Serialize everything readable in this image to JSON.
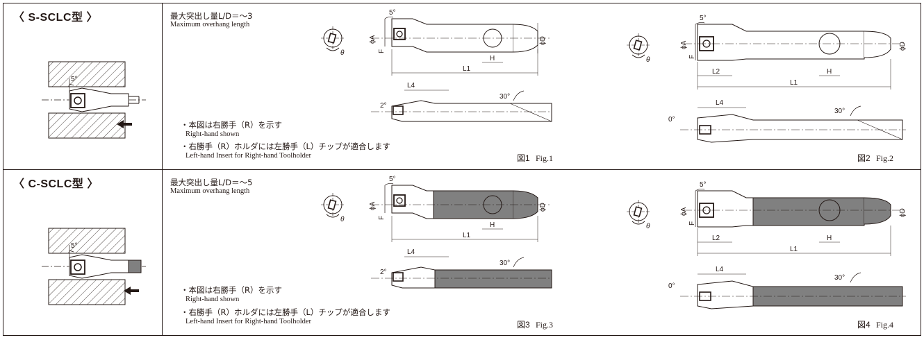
{
  "rows": [
    {
      "type_title": "〈 S-SCLC型 〉",
      "overhang_jp": "最大突出し量L/D＝～3",
      "overhang_en": "Maximum overhang length",
      "note1_jp": "・本図は右勝手（R）を示す",
      "note1_en": "Right-hand shown",
      "note2_jp": "・右勝手（R）ホルダには左勝手（L）チップが適合します",
      "note2_en": "Left-hand Insert for Right-hand Toolholder",
      "figA": {
        "caption_jp": "図1",
        "caption_en": "Fig.1",
        "angle_top": "5°",
        "angle_side": "2°",
        "angle_end": "30°",
        "theta": "θ",
        "labels": {
          "phiA": "ϕA",
          "F": "F",
          "H": "H",
          "L1": "L1",
          "L4": "L4",
          "phiD": "ϕD"
        }
      },
      "figB": {
        "caption_jp": "図2",
        "caption_en": "Fig.2",
        "angle_top": "5°",
        "angle_side": "0°",
        "angle_end": "30°",
        "theta": "θ",
        "labels": {
          "phiA": "ϕA",
          "F": "F",
          "H": "H",
          "L1": "L1",
          "L2": "L2",
          "L4": "L4",
          "phiD": "ϕD"
        }
      },
      "left_angle": "5°"
    },
    {
      "type_title": "〈 C-SCLC型 〉",
      "overhang_jp": "最大突出し量L/D＝～5",
      "overhang_en": "Maximum overhang length",
      "note1_jp": "・本図は右勝手（R）を示す",
      "note1_en": "Right-hand shown",
      "note2_jp": "・右勝手（R）ホルダには左勝手（L）チップが適合します",
      "note2_en": "Left-hand Insert for Right-hand Toolholder",
      "figA": {
        "caption_jp": "図3",
        "caption_en": "Fig.3",
        "angle_top": "5°",
        "angle_side": "2°",
        "angle_end": "30°",
        "theta": "θ",
        "labels": {
          "phiA": "ϕA",
          "F": "F",
          "H": "H",
          "L1": "L1",
          "L4": "L4",
          "phiD": "ϕD"
        }
      },
      "figB": {
        "caption_jp": "図4",
        "caption_en": "Fig.4",
        "angle_top": "5°",
        "angle_side": "0°",
        "angle_end": "30°",
        "theta": "θ",
        "labels": {
          "phiA": "ϕA",
          "F": "F",
          "H": "H",
          "L1": "L1",
          "L2": "L2",
          "L4": "L4",
          "phiD": "ϕD"
        }
      },
      "left_angle": "5°"
    }
  ],
  "colors": {
    "line": "#231815",
    "carbide": "#808080",
    "hatch": "#231815",
    "paper": "#ffffff"
  }
}
